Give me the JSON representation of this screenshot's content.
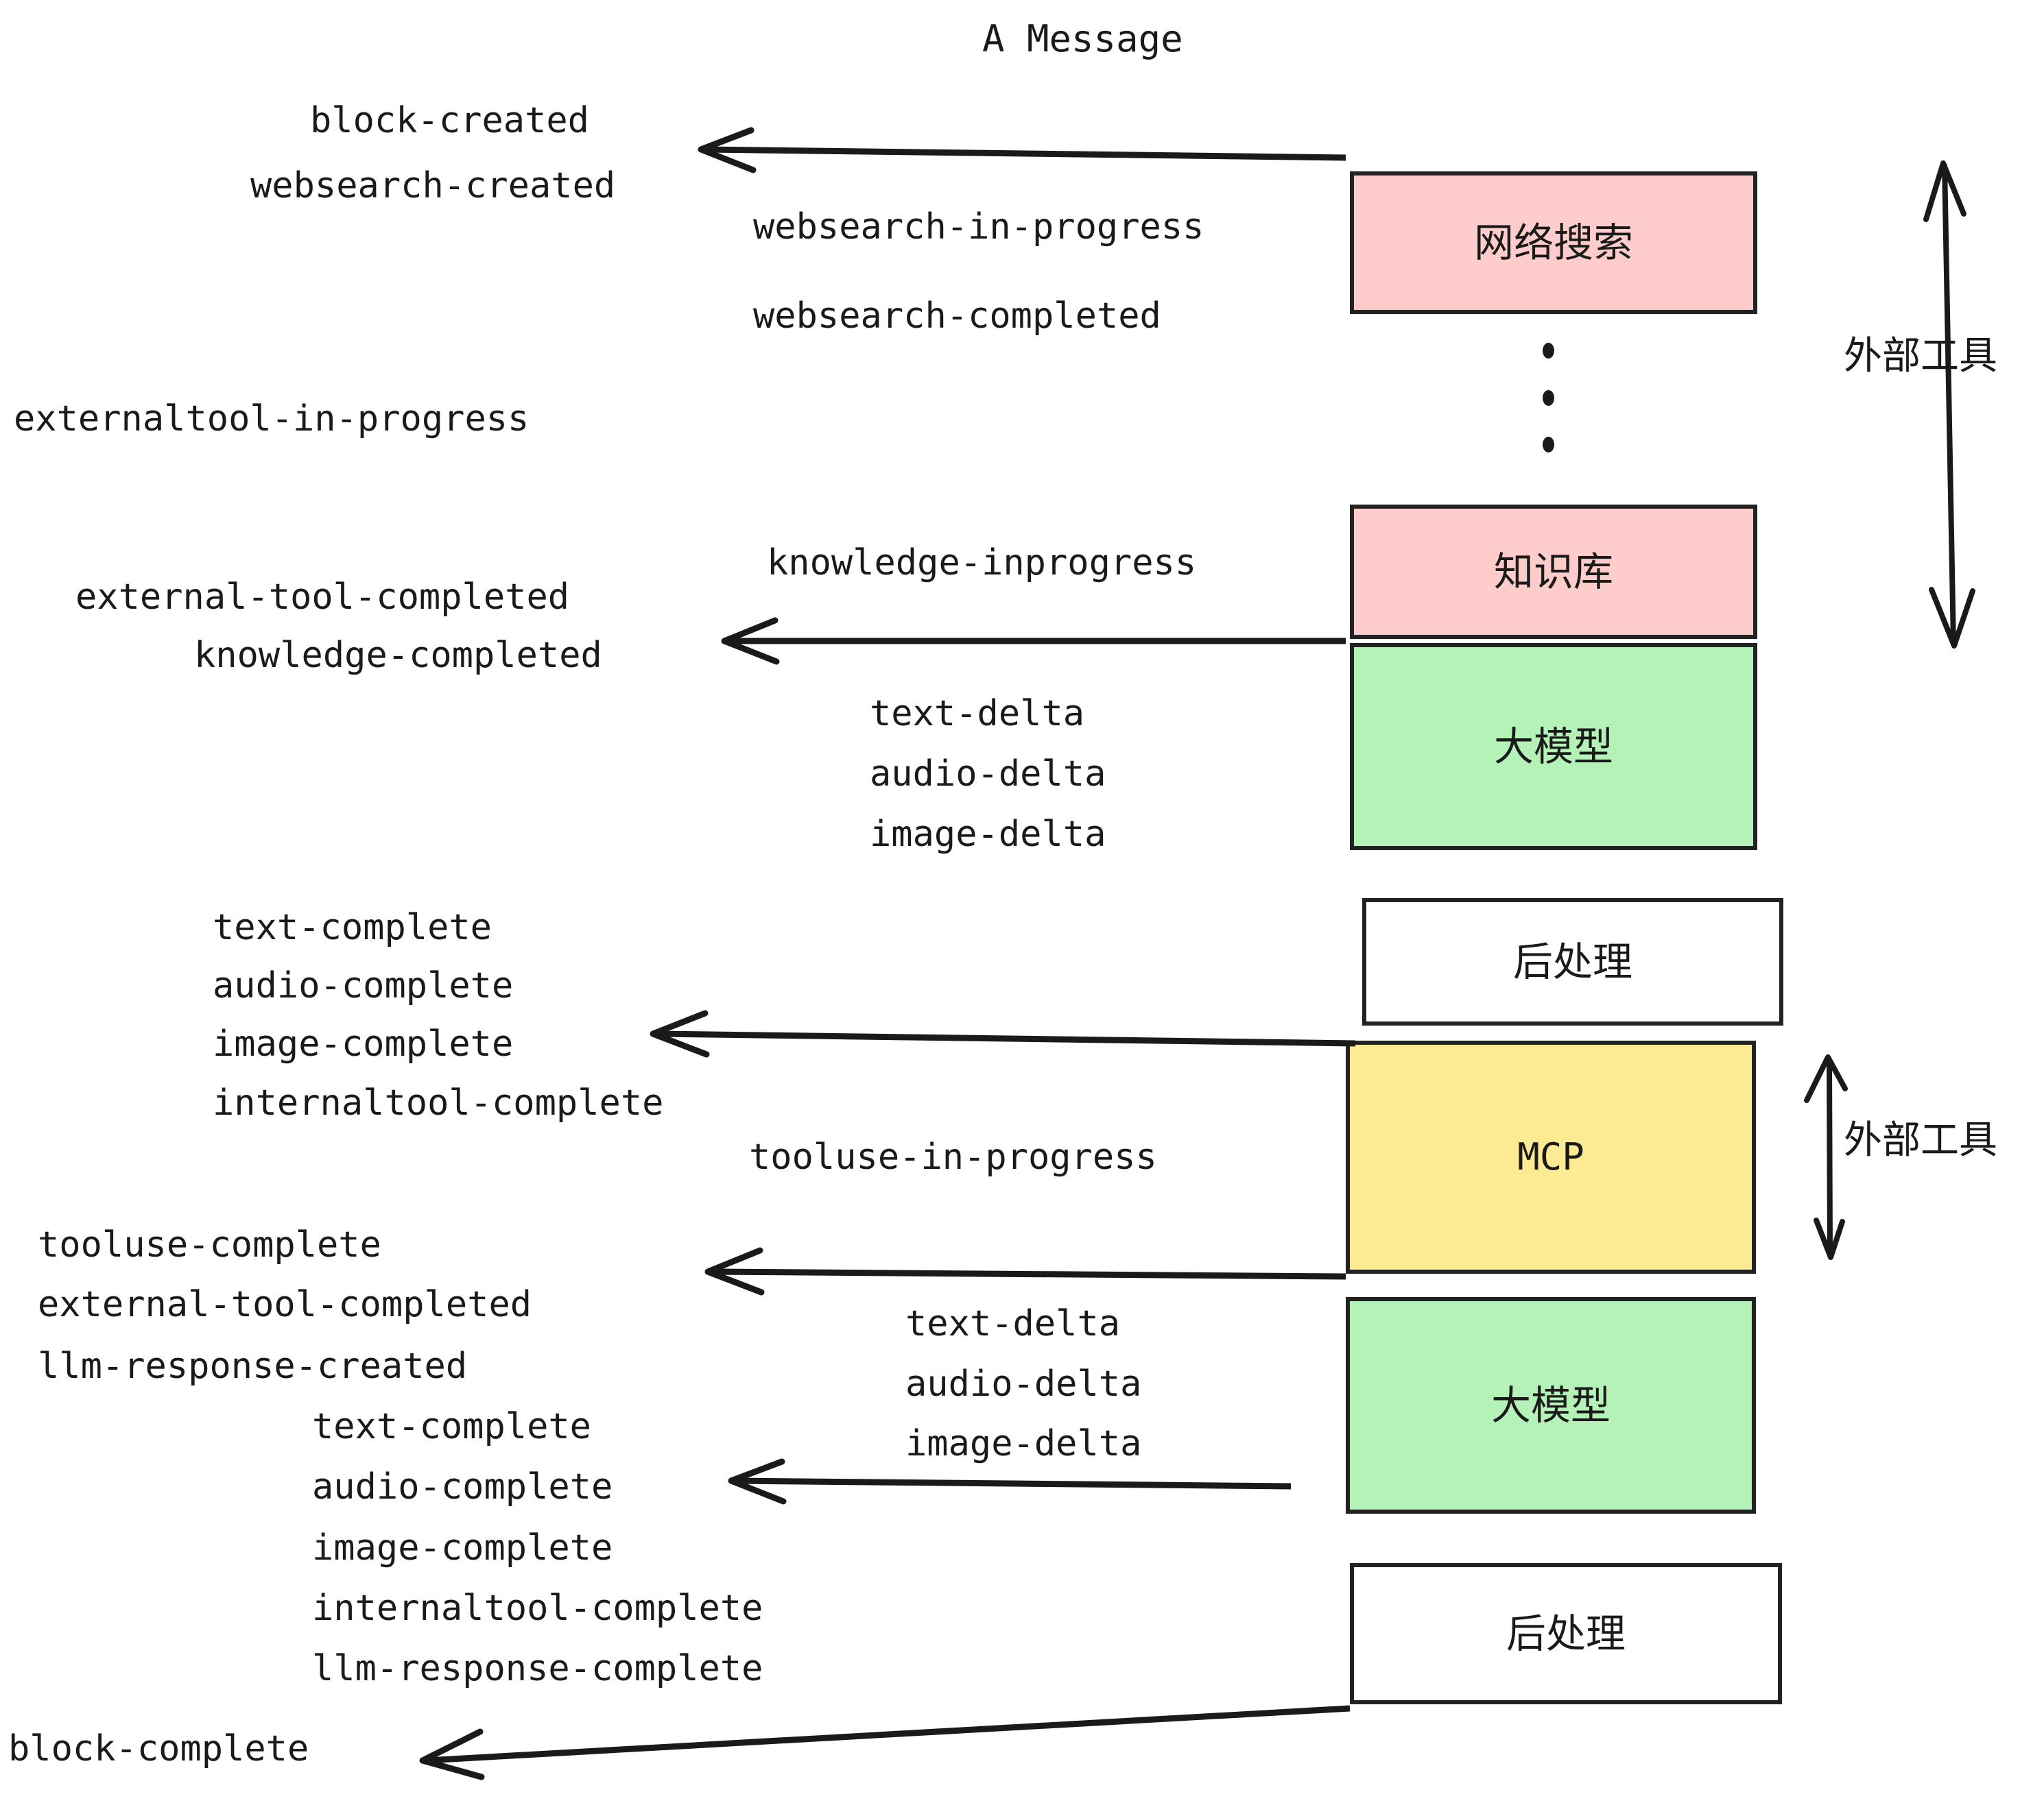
{
  "title": "A Message",
  "nodes": [
    {
      "id": "websearch",
      "label": "网络搜索",
      "color": "#ffcccc",
      "lang": "cjk"
    },
    {
      "id": "knowledge",
      "label": "知识库",
      "color": "#ffcccc",
      "lang": "cjk"
    },
    {
      "id": "llm-top",
      "label": "大模型",
      "color": "#b5f2b8",
      "lang": "cjk"
    },
    {
      "id": "post-top",
      "label": "后处理",
      "color": "#ffffff",
      "lang": "cjk"
    },
    {
      "id": "mcp",
      "label": "MCP",
      "color": "#fceb92",
      "lang": "latin"
    },
    {
      "id": "llm-bottom",
      "label": "大模型",
      "color": "#b5f2b8",
      "lang": "cjk"
    },
    {
      "id": "post-bottom",
      "label": "后处理",
      "color": "#ffffff",
      "lang": "cjk"
    }
  ],
  "side_labels": [
    {
      "id": "external-tool-top",
      "text": "外部工具"
    },
    {
      "id": "external-tool-bottom",
      "text": "外部工具"
    }
  ],
  "events": [
    {
      "id": "block-created",
      "text": "block-created"
    },
    {
      "id": "websearch-created",
      "text": "websearch-created"
    },
    {
      "id": "websearch-in-progress",
      "text": "websearch-in-progress"
    },
    {
      "id": "websearch-completed",
      "text": "websearch-completed"
    },
    {
      "id": "externaltool-in-progress",
      "text": "externaltool-in-progress"
    },
    {
      "id": "knowledge-inprogress",
      "text": "knowledge-inprogress"
    },
    {
      "id": "external-tool-completed-1",
      "text": "external-tool-completed"
    },
    {
      "id": "knowledge-completed",
      "text": "knowledge-completed"
    },
    {
      "id": "text-delta-1",
      "text": "text-delta"
    },
    {
      "id": "audio-delta-1",
      "text": "audio-delta"
    },
    {
      "id": "image-delta-1",
      "text": "image-delta"
    },
    {
      "id": "text-complete-1",
      "text": "text-complete"
    },
    {
      "id": "audio-complete-1",
      "text": "audio-complete"
    },
    {
      "id": "image-complete-1",
      "text": "image-complete"
    },
    {
      "id": "internaltool-complete-1",
      "text": "internaltool-complete"
    },
    {
      "id": "tooluse-in-progress",
      "text": "tooluse-in-progress"
    },
    {
      "id": "tooluse-complete",
      "text": "tooluse-complete"
    },
    {
      "id": "external-tool-completed-2",
      "text": "external-tool-completed"
    },
    {
      "id": "llm-response-created",
      "text": "llm-response-created"
    },
    {
      "id": "text-delta-2",
      "text": "text-delta"
    },
    {
      "id": "audio-delta-2",
      "text": "audio-delta"
    },
    {
      "id": "image-delta-2",
      "text": "image-delta"
    },
    {
      "id": "text-complete-2",
      "text": "text-complete"
    },
    {
      "id": "audio-complete-2",
      "text": "audio-complete"
    },
    {
      "id": "image-complete-2",
      "text": "image-complete"
    },
    {
      "id": "internaltool-complete-2",
      "text": "internaltool-complete"
    },
    {
      "id": "llm-response-complete",
      "text": "llm-response-complete"
    },
    {
      "id": "block-complete",
      "text": "block-complete"
    }
  ],
  "colors": {
    "pink": "#ffcccc",
    "green": "#b5f2b8",
    "yellow": "#fceb92",
    "white": "#ffffff",
    "stroke": "#1a1a1a",
    "background": "#ffffff"
  }
}
